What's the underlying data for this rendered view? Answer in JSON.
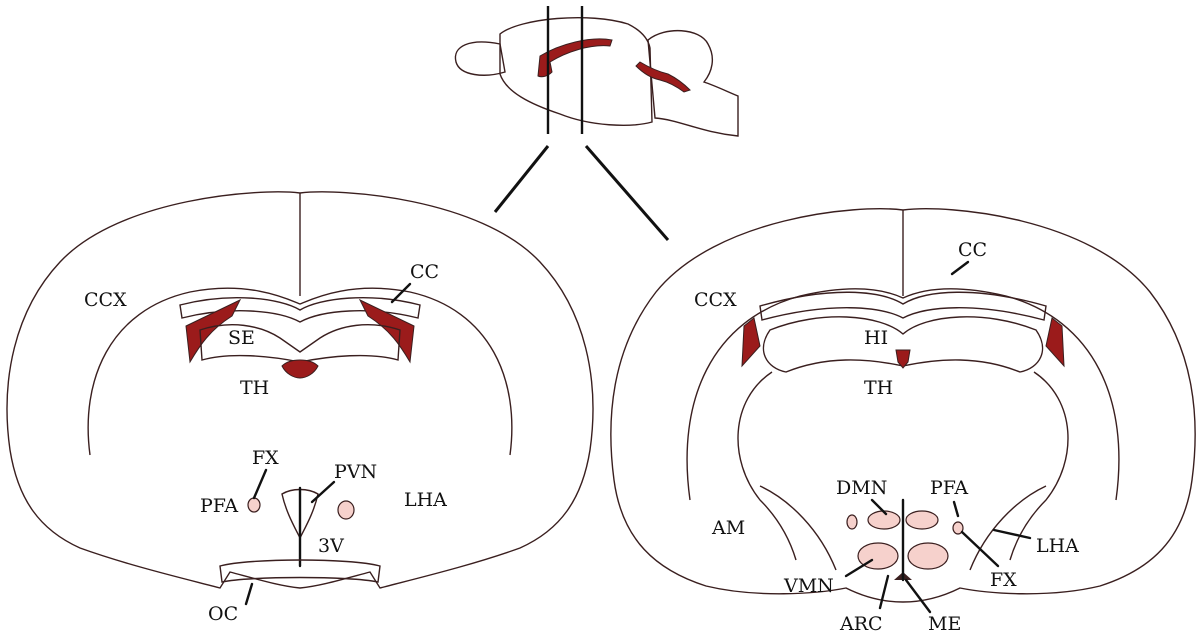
{
  "colors": {
    "tissue": "#f2a89b",
    "tissue_light": "#f9d3cb",
    "ventricle": "#9b1b1b",
    "outline": "#3a1f1f"
  },
  "sagittal_view": {
    "section_lines": [
      "section-1",
      "section-2"
    ]
  },
  "left_section": {
    "labels": {
      "ccx": "CCX",
      "cc": "CC",
      "se": "SE",
      "th": "TH",
      "fx": "FX",
      "pvn": "PVN",
      "pfa": "PFA",
      "lha": "LHA",
      "v3": "3V",
      "oc": "OC"
    }
  },
  "right_section": {
    "labels": {
      "cc": "CC",
      "ccx": "CCX",
      "hi": "HI",
      "th": "TH",
      "dmn": "DMN",
      "pfa": "PFA",
      "am": "AM",
      "lha": "LHA",
      "fx": "FX",
      "vmn": "VMN",
      "arc": "ARC",
      "me": "ME"
    }
  }
}
